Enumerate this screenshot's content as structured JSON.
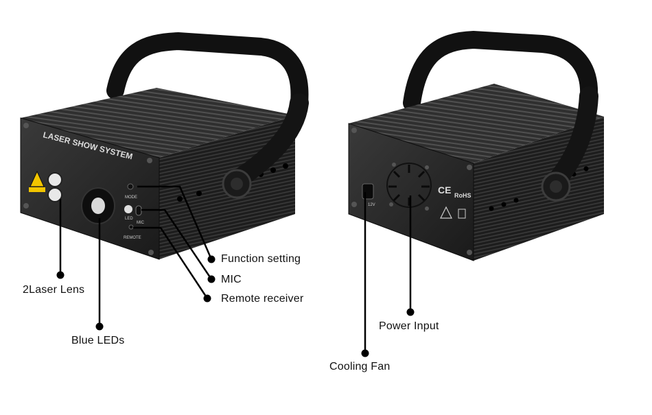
{
  "device_front": {
    "panel_title": "LASER SHOW SYSTEM",
    "mode_label": "MODE",
    "led_label": "LED",
    "mic_label": "MIC",
    "remote_label": "REMOTE"
  },
  "device_back": {
    "ce_mark": "CE",
    "rohs_mark": "RoHS",
    "voltage_label": "12V"
  },
  "callouts": {
    "laser_lens": "2Laser Lens",
    "blue_leds": "Blue LEDs",
    "function_setting": "Function setting",
    "mic": "MIC",
    "remote_receiver": "Remote receiver",
    "power_input": "Power Input",
    "cooling_fan": "Cooling Fan"
  },
  "colors": {
    "housing": "#1c1c1c",
    "fin": "#2e2e2e",
    "handle": "#141414",
    "warning_yellow": "#f2c500",
    "leader_line": "#000000"
  }
}
